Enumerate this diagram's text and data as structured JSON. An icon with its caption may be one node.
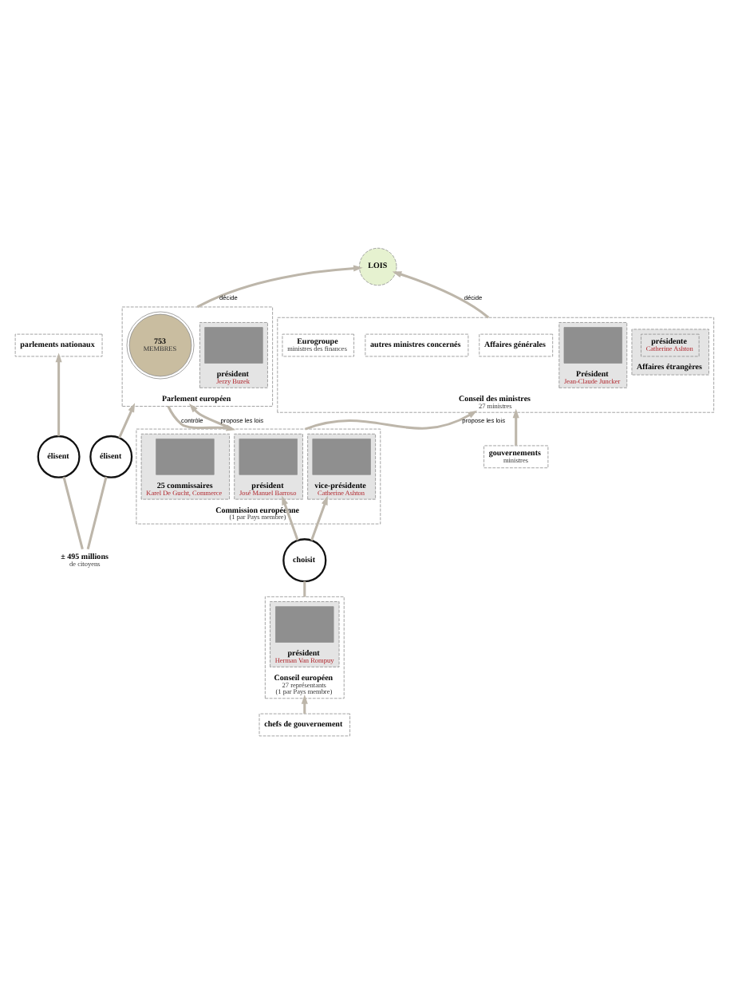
{
  "diagram": {
    "nodes": [
      {
        "text": [
          "Conseil européen",
          "27 représentants",
          "(1 par Pays membre)"
        ]
      },
      {
        "text": [
          "président",
          "Herman Van Rompuy"
        ],
        "in": 0
      },
      {
        "text": [],
        "shape": "box",
        "in": 1
      },
      {
        "text": [
          "Conseil des ministres",
          "27 ministres"
        ]
      },
      {
        "text": [
          "Affaires générales"
        ],
        "in": 3
      },
      {
        "text": [
          "Affaires étrangères"
        ],
        "in": 3
      },
      {
        "text": [
          "présidente",
          "Catherine Ashton"
        ],
        "in": 5
      },
      {
        "text": [
          "autres ministres concernés"
        ],
        "in": 3
      },
      {
        "text": [
          "Eurogroupe",
          "ministres des finances"
        ],
        "in": 3
      },
      {
        "text": [
          "Président",
          "Jean-Claude Juncker"
        ],
        "in": 3
      },
      {
        "text": [],
        "shape": "box",
        "in": 9
      },
      {
        "text": [
          "Commission européenne",
          "(1 par Pays membre)"
        ]
      },
      {
        "text": [
          "président",
          "José Manuel Barroso"
        ],
        "in": 11
      },
      {
        "text": [],
        "shape": "box",
        "in": 12
      },
      {
        "text": [
          "vice-présidente",
          "Catherine Ashton"
        ],
        "in": 11
      },
      {
        "text": [],
        "shape": "box",
        "in": 14
      },
      {
        "text": [
          "25 commissaires",
          "Karel De Gucht, Commerce"
        ],
        "in": 11
      },
      {
        "text": [],
        "shape": "box",
        "in": 16
      },
      {
        "text": [
          "Parlement européen"
        ]
      },
      {
        "text": [
          "753",
          "MEMBRES"
        ],
        "in": 18
      },
      {
        "text": [
          "président",
          "Jerzy Buzek"
        ],
        "in": 18
      },
      {
        "text": [],
        "shape": "box",
        "in": 20
      },
      {
        "text": [
          "chefs de gouvernement"
        ]
      },
      {
        "text": [
          "gouvernements",
          "ministres"
        ]
      },
      {
        "text": [
          "parlements nationaux"
        ]
      },
      {
        "text": [
          "LOIS"
        ]
      },
      {
        "text": [
          "± 495 millions",
          "de citoyens"
        ]
      },
      {
        "text": [
          "choisit"
        ]
      },
      {
        "text": [
          "élisent"
        ]
      },
      {
        "text": [
          "élisent"
        ]
      }
    ],
    "edges": [
      {
        "from": 0,
        "to": 27,
        "arrow": "none"
      },
      {
        "from": 27,
        "to": 12,
        "arrow": "to"
      },
      {
        "from": 27,
        "to": 14,
        "arrow": "to"
      },
      {
        "from": 11,
        "to": 3,
        "arrow": "to",
        "label": "propose les lois"
      },
      {
        "from": 3,
        "to": 25,
        "arrow": "to",
        "label": "décide"
      },
      {
        "from": 11,
        "to": 18,
        "arrow": "to",
        "label": "propose les lois"
      },
      {
        "from": 18,
        "to": 11,
        "arrow": "to",
        "label": "contrôle"
      },
      {
        "from": 18,
        "to": 25,
        "arrow": "to",
        "label": "décide"
      },
      {
        "from": 22,
        "to": 0,
        "arrow": "to"
      },
      {
        "from": 23,
        "to": 3,
        "arrow": "to"
      },
      {
        "from": 26,
        "to": 28,
        "arrow": "none"
      },
      {
        "from": 28,
        "to": 24,
        "arrow": "to"
      },
      {
        "from": 26,
        "to": 29,
        "arrow": "none"
      },
      {
        "from": 29,
        "to": 18,
        "arrow": "to"
      }
    ]
  }
}
